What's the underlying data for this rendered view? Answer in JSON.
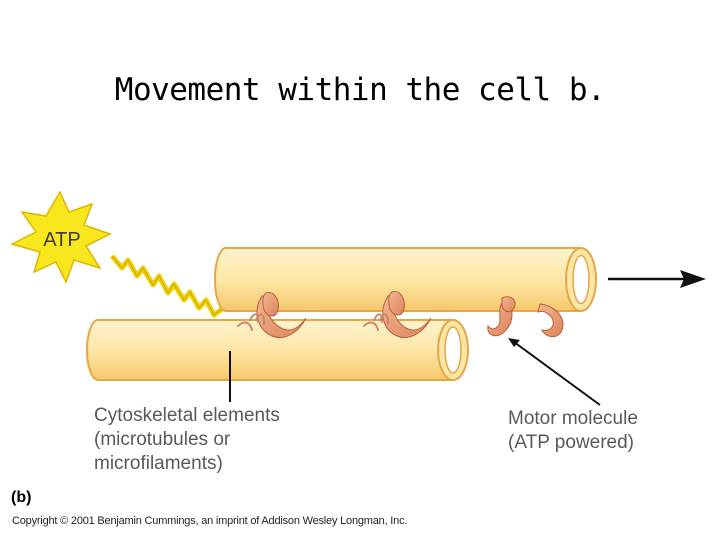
{
  "title": "Movement within the cell b.",
  "atp_burst": {
    "label": "ATP"
  },
  "labels": {
    "cytoskeletal": [
      "Cytoskeletal elements",
      "(microtubules or",
      "microfilaments)"
    ],
    "motor": [
      "Motor molecule",
      "(ATP powered)"
    ]
  },
  "panel_label": "(b)",
  "copyright": "Copyright © 2001 Benjamin Cummings, an imprint of Addison Wesley Longman, Inc.",
  "colors": {
    "tube_fill": "#fde7a6",
    "tube_stroke": "#e7a548",
    "motor_fill": "#e89a72",
    "burst_fill": "#f8e71c",
    "label_text": "#58595b"
  }
}
